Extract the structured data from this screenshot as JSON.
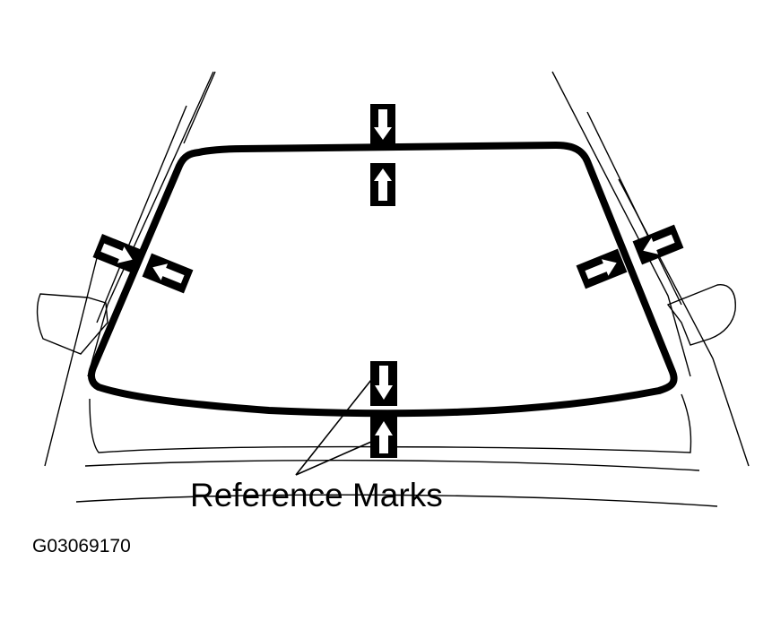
{
  "diagram": {
    "subject": "windshield reference marks",
    "callout_label": "Reference Marks",
    "figure_id": "G03069170",
    "colors": {
      "ink": "#000000",
      "paper": "#ffffff"
    }
  }
}
